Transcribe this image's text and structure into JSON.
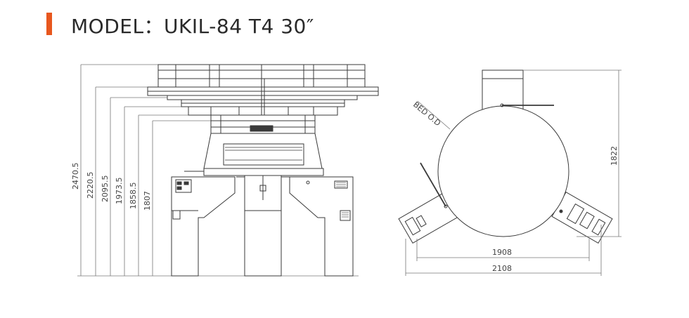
{
  "title": "MODEL：UKIL-84 T4 30″",
  "colors": {
    "accent": "#e8571e",
    "line": "#3a3a3a"
  },
  "front_view": {
    "height_dimensions": [
      "2470.5",
      "2220.5",
      "2095.5",
      "1973.5",
      "1858.5",
      "1807"
    ]
  },
  "top_view": {
    "bed_label": "BED O.D",
    "depth_dimension": "1822",
    "inner_width_dimension": "1908",
    "outer_width_dimension": "2108"
  }
}
